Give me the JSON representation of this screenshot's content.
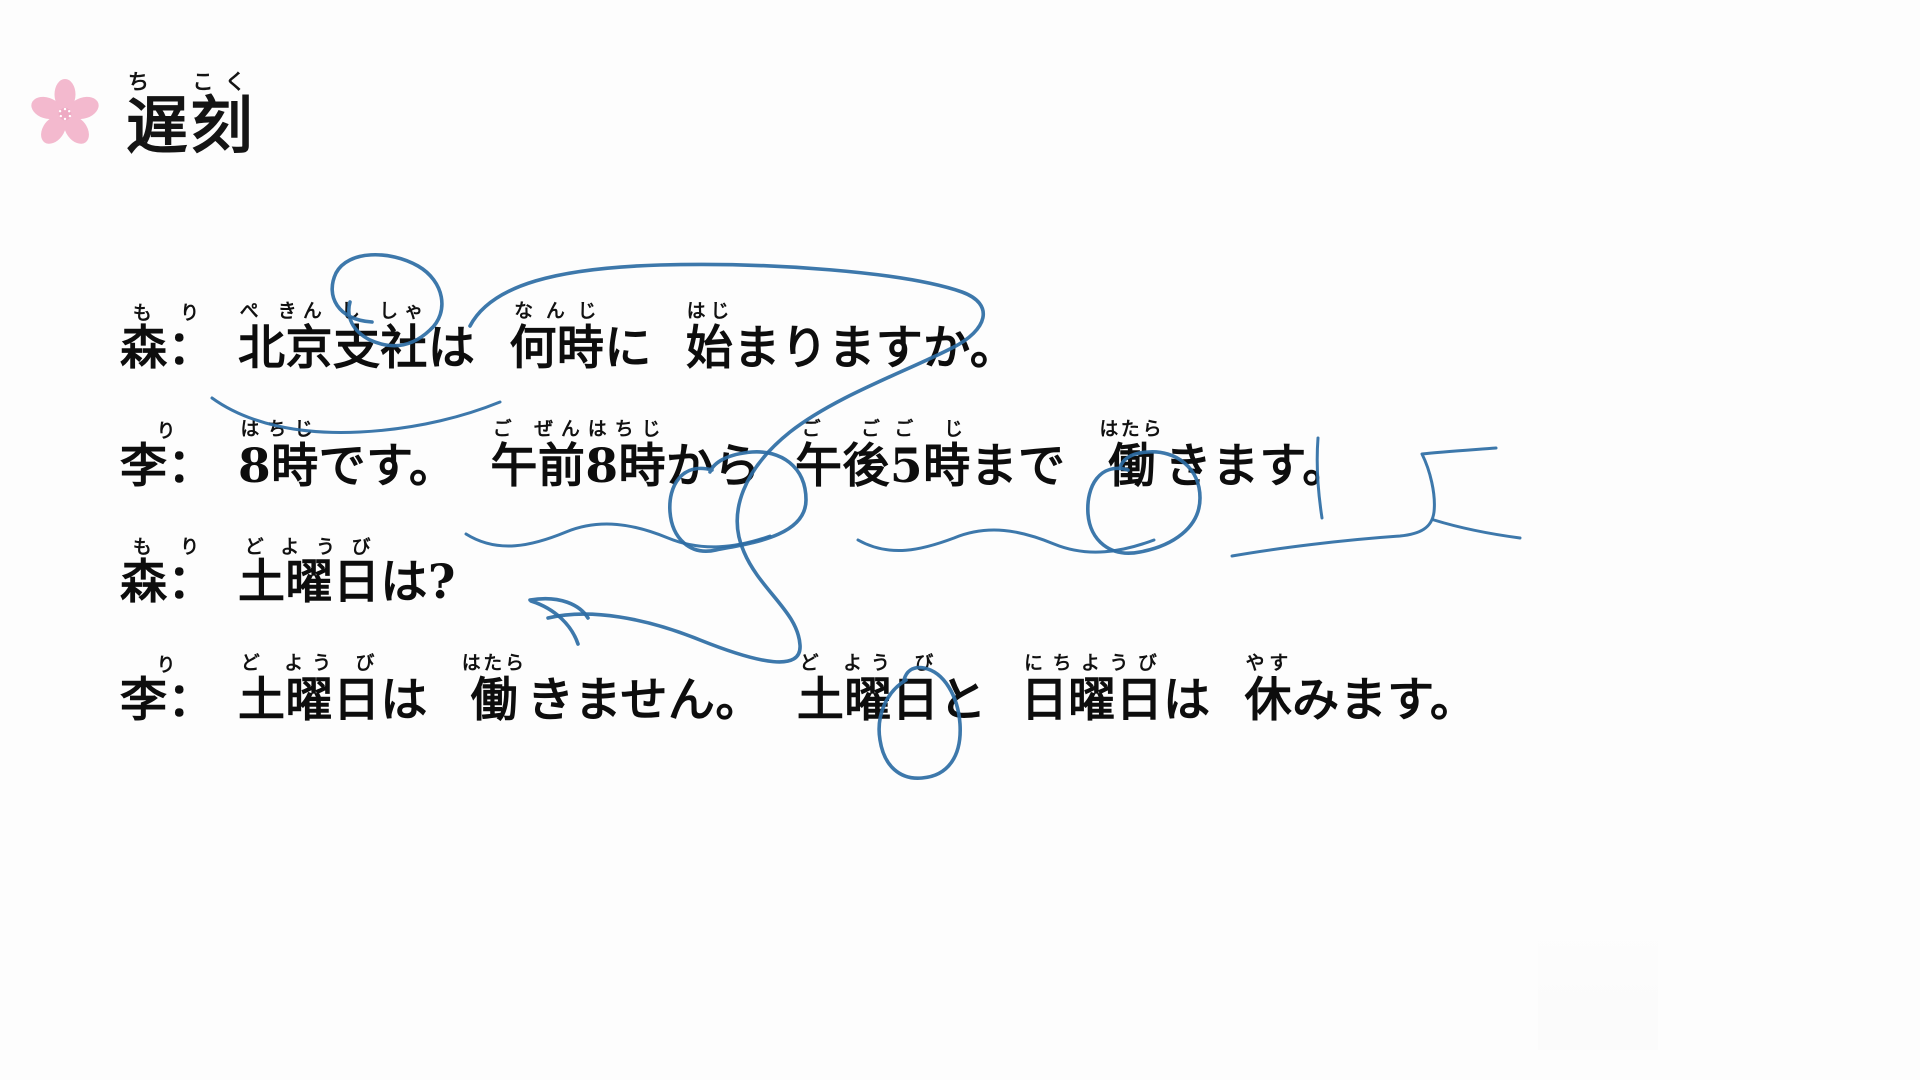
{
  "slide": {
    "title": {
      "ruby": "ち　こく",
      "text": "遅刻"
    },
    "decor_icon": "sakura-flower-icon",
    "accent_color": "#f3b7cd",
    "ink_color": "#2d6da4",
    "text_color": "#0d0d0d"
  },
  "dialogue": [
    {
      "speaker": "森：",
      "speaker_ruby": "もり",
      "segments": [
        {
          "text": "北京支社",
          "ruby": "ぺ きん し しゃ"
        },
        {
          "text": "は",
          "ruby": ""
        },
        {
          "text": "何時",
          "ruby": "なんじ"
        },
        {
          "text": "に",
          "ruby": ""
        },
        {
          "text": "始",
          "ruby": "はじ"
        },
        {
          "text": "まりますか。",
          "ruby": ""
        }
      ]
    },
    {
      "speaker": "李：",
      "speaker_ruby": "り",
      "segments": [
        {
          "text": "8時",
          "ruby": "はちじ"
        },
        {
          "text": "です。",
          "ruby": ""
        },
        {
          "text": "午前",
          "ruby": "ご ぜん"
        },
        {
          "text": "8時",
          "ruby": "はちじ"
        },
        {
          "text": "から",
          "ruby": ""
        },
        {
          "text": "午後",
          "ruby": "ご ご"
        },
        {
          "text": "5時",
          "ruby": "ご じ"
        },
        {
          "text": "まで",
          "ruby": ""
        },
        {
          "text": "働",
          "ruby": "はたら"
        },
        {
          "text": "きます。",
          "ruby": ""
        }
      ]
    },
    {
      "speaker": "森：",
      "speaker_ruby": "もり",
      "segments": [
        {
          "text": "土曜日",
          "ruby": "どようび"
        },
        {
          "text": "は?",
          "ruby": ""
        }
      ]
    },
    {
      "speaker": "李：",
      "speaker_ruby": "り",
      "segments": [
        {
          "text": "土曜日",
          "ruby": "ど よう び"
        },
        {
          "text": "は",
          "ruby": ""
        },
        {
          "text": "働",
          "ruby": "はたら"
        },
        {
          "text": "きません。",
          "ruby": ""
        },
        {
          "text": "土曜日",
          "ruby": "ど よう び"
        },
        {
          "text": "と",
          "ruby": ""
        },
        {
          "text": "日曜日",
          "ruby": "にちようび"
        },
        {
          "text": "は",
          "ruby": ""
        },
        {
          "text": "休",
          "ruby": "やす"
        },
        {
          "text": "みます。",
          "ruby": ""
        }
      ]
    }
  ],
  "annotations": [
    {
      "name": "circle-shisha",
      "kind": "circle",
      "target": "支社"
    },
    {
      "name": "loop-nanji-hajimari",
      "kind": "big-loop",
      "target": "何時に 始まりますか"
    },
    {
      "name": "circle-kara",
      "kind": "circle",
      "target": "から"
    },
    {
      "name": "circle-made",
      "kind": "circle",
      "target": "まで"
    },
    {
      "name": "circle-to",
      "kind": "circle",
      "target": "と"
    },
    {
      "name": "wavy-underline-gozen",
      "kind": "underline",
      "target": "午前 8時から"
    },
    {
      "name": "wavy-underline-gogo",
      "kind": "underline",
      "target": "午後 5時まで"
    },
    {
      "name": "underline-hatarakimasu",
      "kind": "underline",
      "target": "働きます"
    },
    {
      "name": "arrow-to-doyoubi",
      "kind": "arrow",
      "target": "土曜日は?"
    },
    {
      "name": "tick-hatara",
      "kind": "tick",
      "target": "働"
    }
  ]
}
